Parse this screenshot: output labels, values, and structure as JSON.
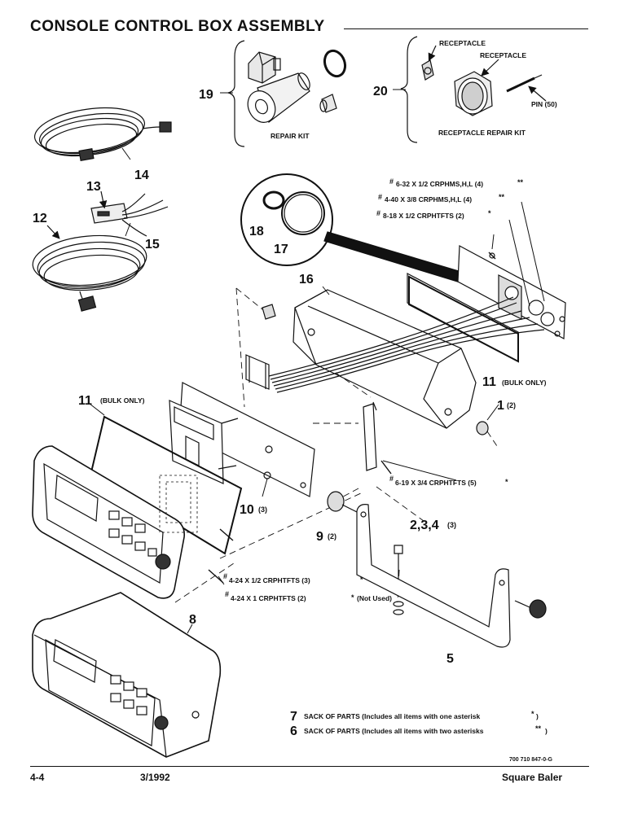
{
  "page": {
    "title": "CONSOLE CONTROL BOX ASSEMBLY",
    "doc_number": "700 710 847-0-G",
    "footer_left": "4-4",
    "footer_date": "3/1992",
    "footer_right": "Square Baler"
  },
  "callouts": {
    "item_19": "19",
    "item_20": "20",
    "item_14": "14",
    "item_13": "13",
    "item_12": "12",
    "item_15": "15",
    "item_18": "18",
    "item_17": "17",
    "item_16": "16",
    "item_11_right": "11",
    "item_11_left": "11",
    "item_1": "1",
    "item_10": "10",
    "item_9": "9",
    "item_2_3_4": "2,3,4",
    "item_8": "8",
    "item_5": "5",
    "item_7": "7",
    "item_6": "6"
  },
  "labels": {
    "repair_kit": "REPAIR KIT",
    "receptacle_1": "RECEPTACLE",
    "receptacle_2": "RECEPTACLE",
    "pin": "PIN (50)",
    "receptacle_repair_kit": "RECEPTACLE REPAIR KIT",
    "bulk_only_right": "(BULK ONLY)",
    "bulk_only_left": "(BULK ONLY)",
    "qty_1": "(2)",
    "qty_10": "(3)",
    "qty_9": "(2)",
    "qty_2_3_4": "(3)"
  },
  "hardware": {
    "hw_632": "6-32 X 1/2 CRPHMS,H,L (4)",
    "hw_440": "4-40 X 3/8 CRPHMS,H,L (4)",
    "hw_818": "8-18 X 1/2 CRPHTFTS (2)",
    "hw_619": "6-19 X 3/4 CRPHTFTS (5)",
    "hw_424_half": "4-24 X 1/2 CRPHTFTS (3)",
    "hw_424_one": "4-24 X 1 CRPHTFTS (2)",
    "not_used": "(Not Used)"
  },
  "sacks": {
    "sack_7": "SACK OF PARTS (Includes all items with one asterisk",
    "sack_6": "SACK OF PARTS (Includes all items with two asterisks"
  },
  "marks": {
    "hash": "#",
    "one_asterisk": "*",
    "two_asterisks": "**",
    "close_paren": ")"
  }
}
